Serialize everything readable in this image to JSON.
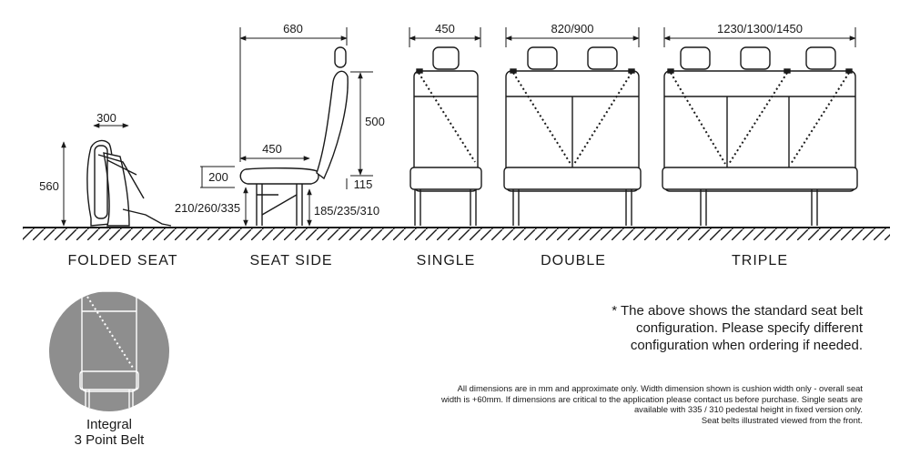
{
  "views": {
    "folded": {
      "label": "FOLDED SEAT",
      "width_dim": "300",
      "height_dim": "560"
    },
    "side": {
      "label": "SEAT SIDE",
      "overall_depth_dim": "680",
      "cushion_depth_dim": "450",
      "backrest_height_dim": "500",
      "cushion_thickness_dim": "200",
      "offset_dim": "115",
      "front_height_dim": "210/260/335",
      "rear_height_dim": "185/235/310"
    },
    "single": {
      "label": "SINGLE",
      "width_dim": "450"
    },
    "double": {
      "label": "DOUBLE",
      "width_dim": "820/900"
    },
    "triple": {
      "label": "TRIPLE",
      "width_dim": "1230/1300/1450"
    }
  },
  "integral_belt": {
    "line1": "Integral",
    "line2": "3 Point Belt"
  },
  "notes": {
    "belt_line1": "* The above shows the standard seat belt",
    "belt_line2": "configuration. Please specify different",
    "belt_line3": "configuration when ordering if needed.",
    "fine_line1": "All dimensions are in mm and approximate only. Width dimension shown is cushion width only - overall seat",
    "fine_line2": "width is +60mm. If dimensions are critical to the application please contact us before purchase. Single seats are",
    "fine_line3": "available with 335 / 310 pedestal height in fixed version only.",
    "fine_line4": "Seat belts illustrated viewed from the front."
  },
  "colors": {
    "line": "#1a1a1a",
    "badge_fill": "#8e8e8e",
    "badge_line": "#ffffff"
  }
}
